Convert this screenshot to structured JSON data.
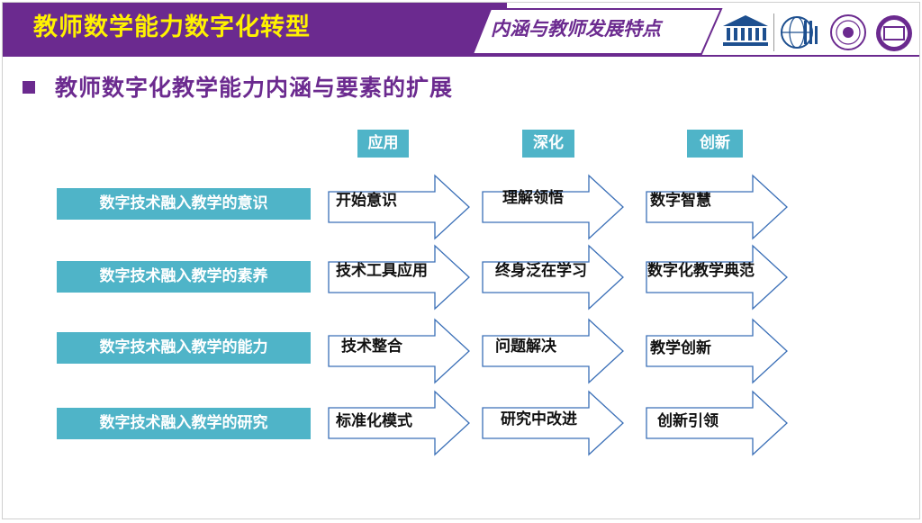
{
  "header": {
    "title": "教师数学能力数字化转型",
    "tab_label": "内涵与教师发展特点",
    "logos": [
      "unesco-logo",
      "iichei-logo",
      "university-seal-logo",
      "ioe-logo"
    ],
    "accent_color": "#6b2a8f",
    "title_color": "#fff200"
  },
  "section": {
    "title": "教师数字化教学能力内涵与要素的扩展"
  },
  "columns": [
    "应用",
    "深化",
    "创新"
  ],
  "rows": [
    {
      "label": "数字技术融入教学的意识",
      "cells": [
        "开始意识",
        "理解领悟",
        "数字智慧"
      ]
    },
    {
      "label": "数字技术融入教学的素养",
      "cells": [
        "技术工具应用",
        "终身泛在学习",
        "数字化教学典范"
      ]
    },
    {
      "label": "数字技术融入教学的能力",
      "cells": [
        "技术整合",
        "问题解决",
        "教学创新"
      ]
    },
    {
      "label": "数字技术融入教学的研究",
      "cells": [
        "标准化模式",
        "研究中改进",
        "创新引领"
      ]
    }
  ],
  "colors": {
    "teal": "#4fb4c8",
    "arrow_border": "#3a6fb7"
  }
}
